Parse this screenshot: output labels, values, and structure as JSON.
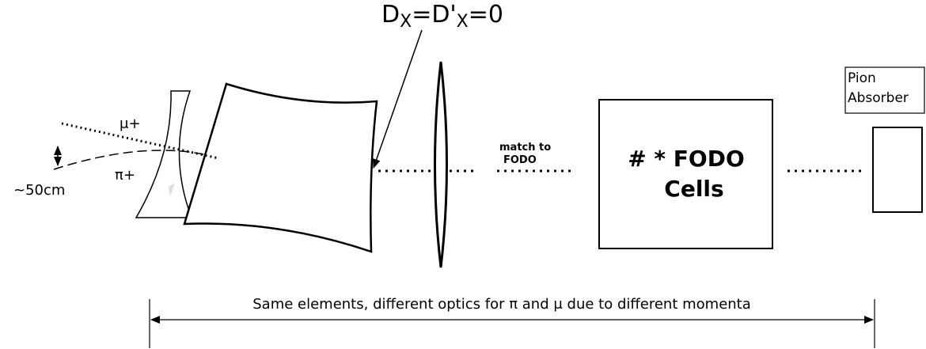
{
  "labels": {
    "dispersion_top": "D",
    "dispersion_sub1": "X",
    "dispersion_eq": "=D'",
    "dispersion_sub2": "X",
    "dispersion_end": "=0",
    "mu_plus": "μ+",
    "pi_plus": "π+",
    "offset": "~50cm",
    "match_line1": "match to",
    "match_line2": "FODO",
    "fodo_line1": "# * FODO",
    "fodo_line2": "Cells",
    "absorber_line1": "Pion",
    "absorber_line2": "Absorber",
    "caption": "Same elements, different optics for π and μ due to different momenta"
  },
  "colors": {
    "stroke": "#000000",
    "background": "#ffffff"
  }
}
